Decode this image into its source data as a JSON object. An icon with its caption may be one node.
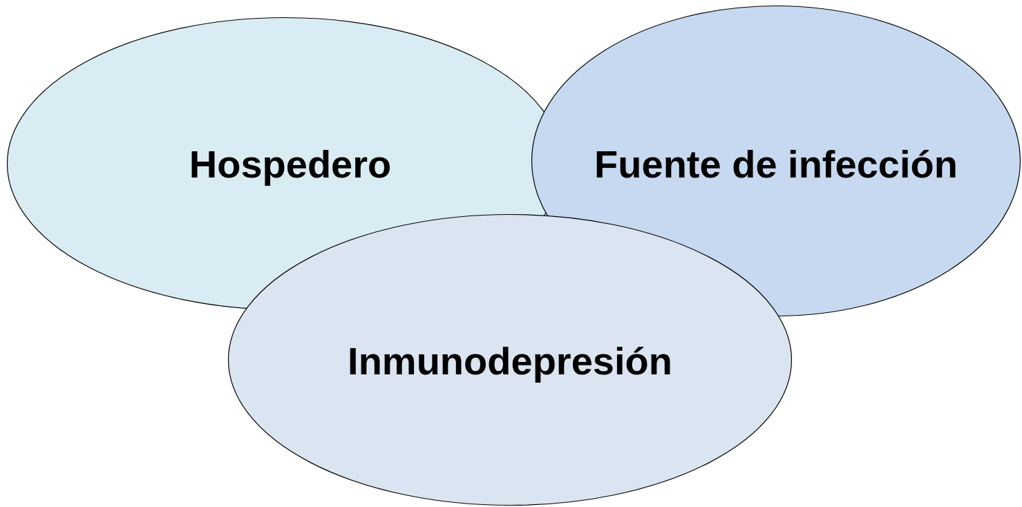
{
  "diagram": {
    "nodes": [
      {
        "text": [
          "Hospedero"
        ]
      },
      {
        "text": [
          "Fuente de infección"
        ]
      },
      {
        "text": [
          "Inmunodepresión"
        ]
      }
    ]
  }
}
